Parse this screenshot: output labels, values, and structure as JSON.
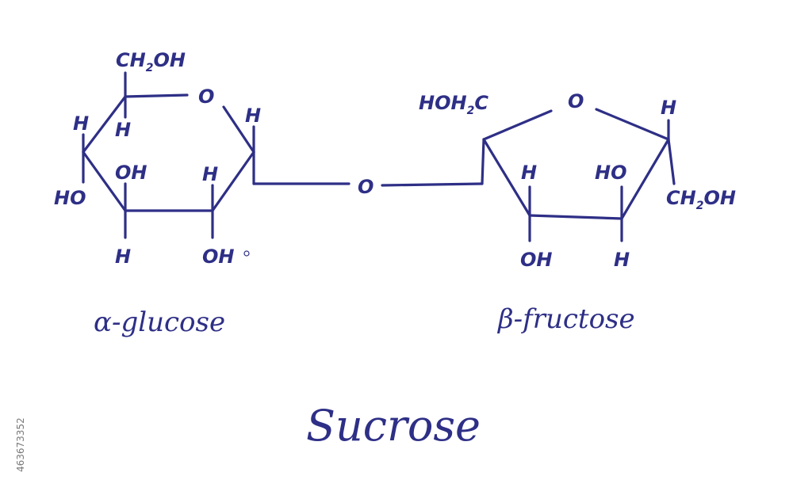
{
  "diagram": {
    "title": "Sucrose",
    "glucose": {
      "caption": "α-glucose",
      "ch2oh": "CH",
      "ch2oh_sub": "2",
      "ch2oh_tail": "OH",
      "ring_o": "O",
      "h_right": "H",
      "h_left": "H",
      "h_inner": "H",
      "ho_left": "HO",
      "oh_inner": "OH",
      "h_mid": "H",
      "h_bottom": "H",
      "oh_bottom": "OH"
    },
    "fructose": {
      "caption": "β-fructose",
      "hoh2c": "HOH",
      "hoh2c_sub": "2",
      "hoh2c_tail": "C",
      "ring_o": "O",
      "h_top_right": "H",
      "h_inner": "H",
      "ho_inner": "HO",
      "ch2oh": "CH",
      "ch2oh_sub": "2",
      "ch2oh_tail": "OH",
      "oh_bottom": "OH",
      "h_bottom": "H"
    },
    "bridge_o": "O"
  },
  "stock_id": "463673352",
  "colors": {
    "ink": "#2e2f86",
    "background": "#ffffff"
  }
}
